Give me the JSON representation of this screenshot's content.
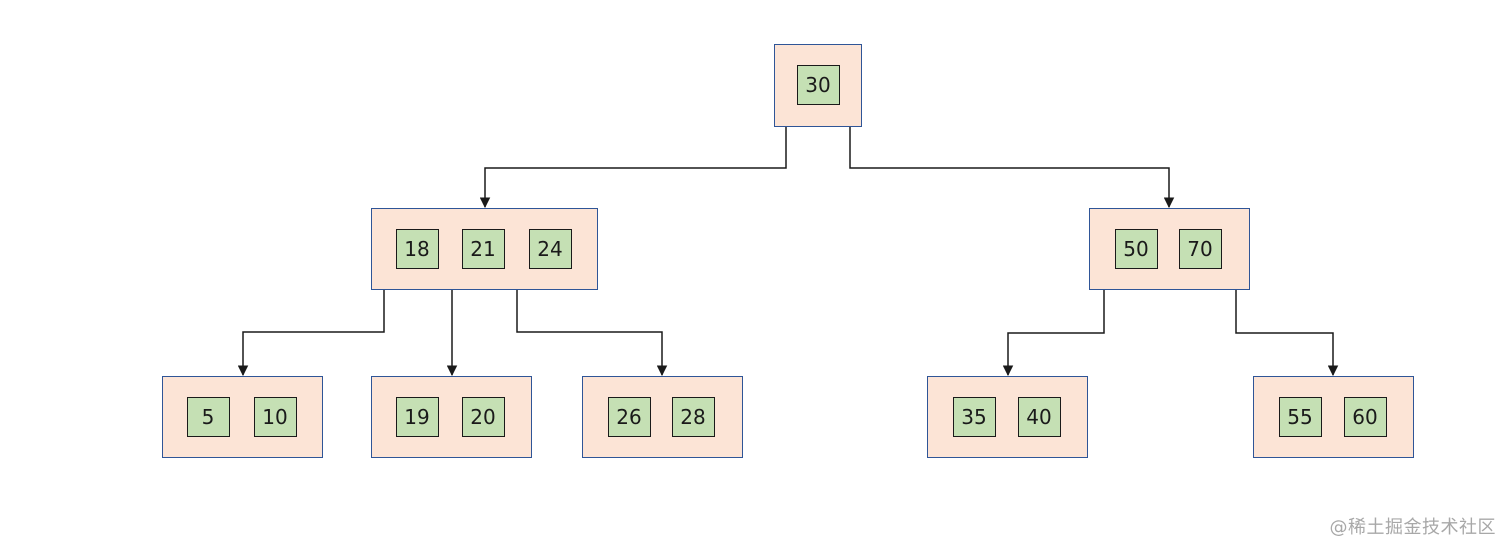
{
  "diagram": {
    "type": "b-tree",
    "colors": {
      "node_fill": "#fce4d6",
      "node_border": "#2f5597",
      "key_fill": "#c5e0b4",
      "key_border": "#1a1a1a",
      "edge": "#1a1a1a"
    },
    "nodes": [
      {
        "id": "root",
        "keys": [
          "30"
        ]
      },
      {
        "id": "n18",
        "keys": [
          "18",
          "21",
          "24"
        ]
      },
      {
        "id": "n50",
        "keys": [
          "50",
          "70"
        ]
      },
      {
        "id": "n5",
        "keys": [
          "5",
          "10"
        ]
      },
      {
        "id": "n19",
        "keys": [
          "19",
          "20"
        ]
      },
      {
        "id": "n26",
        "keys": [
          "26",
          "28"
        ]
      },
      {
        "id": "n35",
        "keys": [
          "35",
          "40"
        ]
      },
      {
        "id": "n55",
        "keys": [
          "55",
          "60"
        ]
      }
    ],
    "edges": [
      {
        "from": "root",
        "to": "n18"
      },
      {
        "from": "root",
        "to": "n50"
      },
      {
        "from": "n18",
        "to": "n5"
      },
      {
        "from": "n18",
        "to": "n19"
      },
      {
        "from": "n18",
        "to": "n26"
      },
      {
        "from": "n50",
        "to": "n35"
      },
      {
        "from": "n50",
        "to": "n55"
      }
    ]
  },
  "watermark": "@稀土掘金技术社区"
}
